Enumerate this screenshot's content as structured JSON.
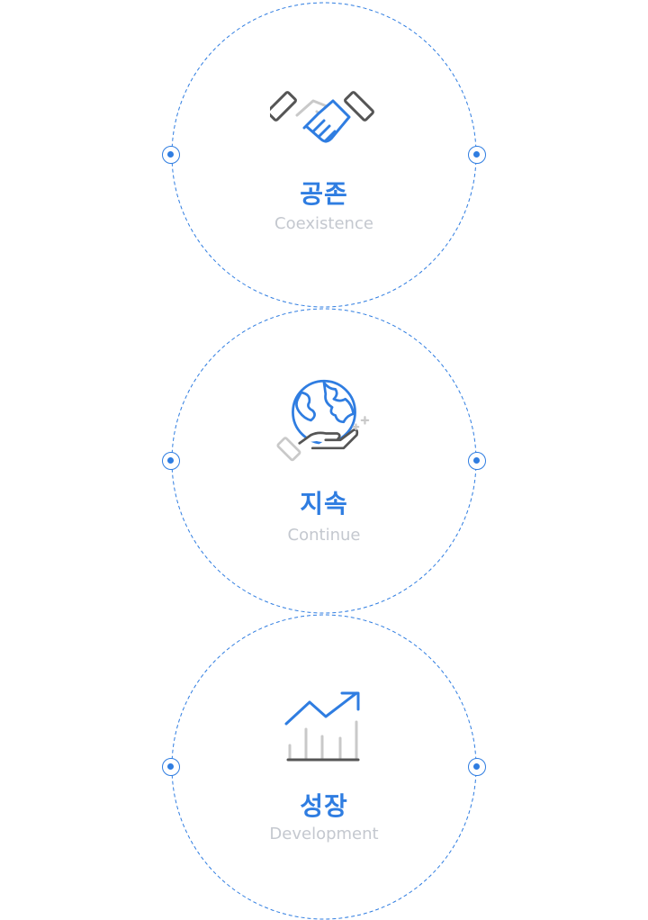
{
  "accent_color": "#2f7de1",
  "muted_color": "#c4c8cf",
  "values": [
    {
      "title": "공존",
      "subtitle": "Coexistence",
      "icon": "handshake-icon"
    },
    {
      "title": "지속",
      "subtitle": "Continue",
      "icon": "globe-in-hand-icon"
    },
    {
      "title": "성장",
      "subtitle": "Development",
      "icon": "growth-chart-icon"
    }
  ]
}
